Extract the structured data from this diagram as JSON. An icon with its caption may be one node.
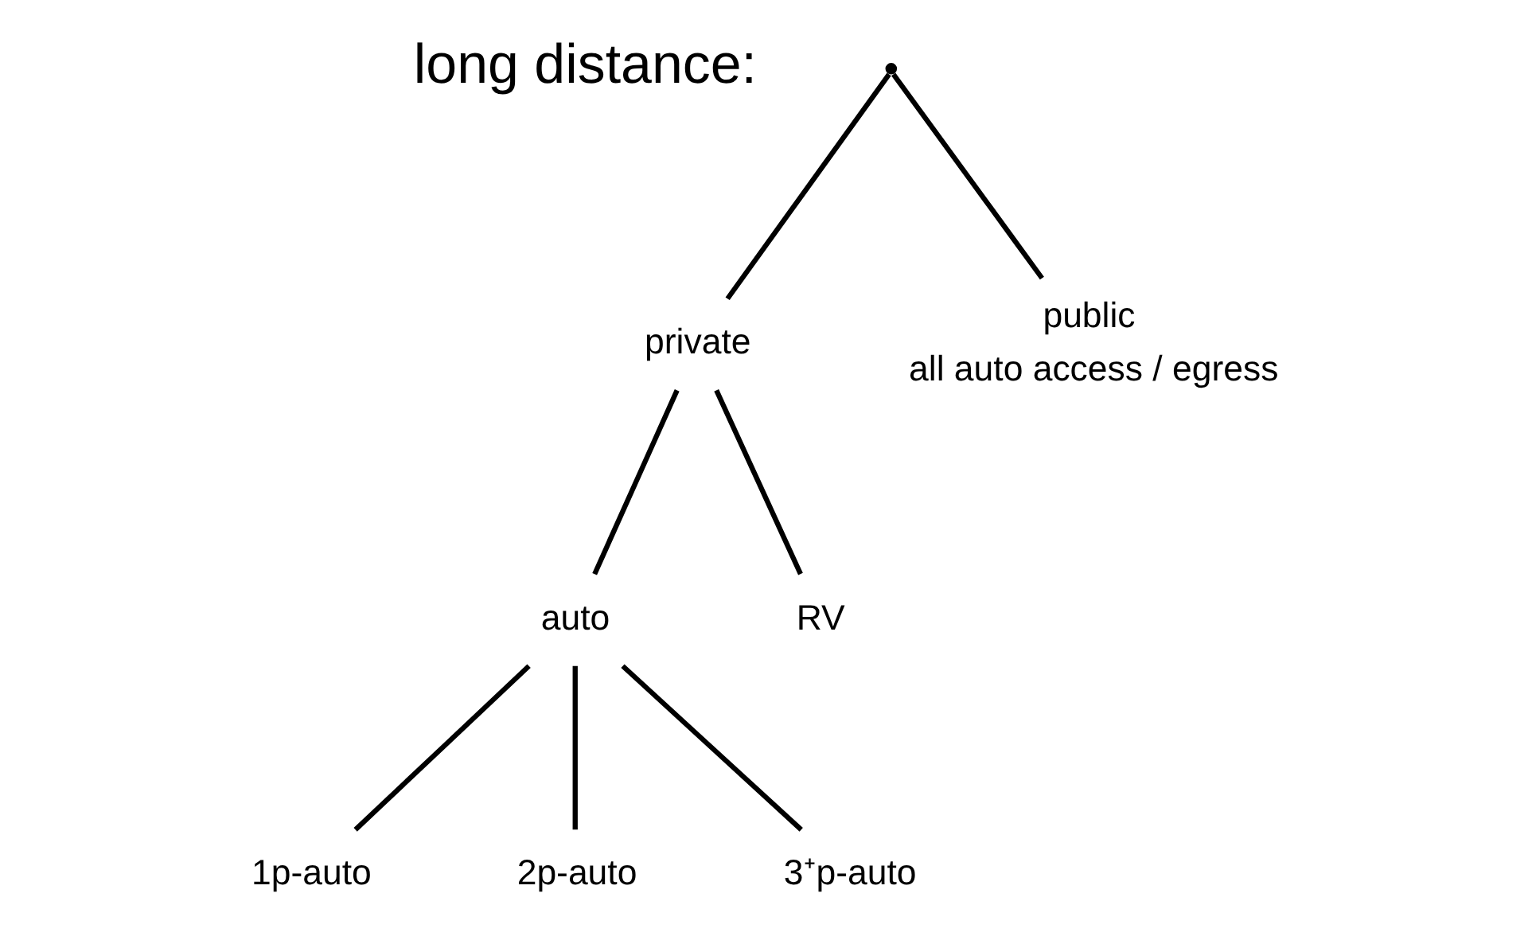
{
  "diagram": {
    "nodes": [
      {
        "text": [],
        "shape": "point"
      },
      {
        "text": [
          "private"
        ]
      },
      {
        "text": [
          "public"
        ],
        "beside": [
          "all auto access / egress"
        ]
      },
      {
        "text": [
          "auto"
        ]
      },
      {
        "text": [
          "RV"
        ]
      },
      {
        "text": [
          "1p-auto"
        ]
      },
      {
        "text": [
          "2p-auto"
        ]
      },
      {
        "text": [
          "3⁺p-auto"
        ]
      }
    ],
    "edges": [
      {
        "from": 0,
        "to": 1,
        "arrow": "none"
      },
      {
        "from": 0,
        "to": 2,
        "arrow": "none"
      },
      {
        "from": 1,
        "to": 3,
        "arrow": "none"
      },
      {
        "from": 1,
        "to": 4,
        "arrow": "none"
      },
      {
        "from": 3,
        "to": 5,
        "arrow": "none"
      },
      {
        "from": 3,
        "to": 6,
        "arrow": "none"
      },
      {
        "from": 3,
        "to": 7,
        "arrow": "none"
      }
    ],
    "labels": [
      "long distance:"
    ]
  }
}
